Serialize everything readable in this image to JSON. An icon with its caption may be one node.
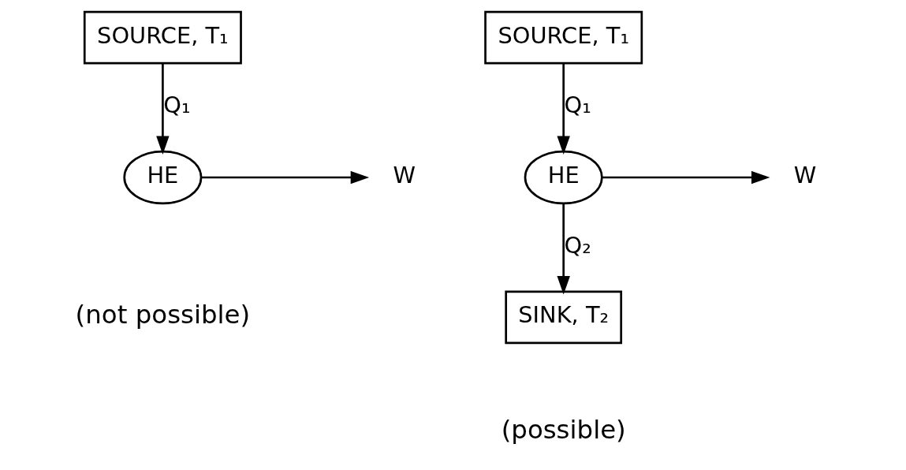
{
  "diagram": {
    "nodes": [
      {
        "text": [
          "SOURCE, T₁"
        ]
      },
      {
        "text": [
          "HE"
        ]
      },
      {
        "text": [
          "W"
        ]
      },
      {
        "text": [
          "SOURCE, T₁"
        ]
      },
      {
        "text": [
          "HE"
        ]
      },
      {
        "text": [
          "W"
        ]
      },
      {
        "text": [
          "SINK, T₂"
        ]
      }
    ],
    "edges": [
      {
        "from": 0,
        "to": 1,
        "arrow": "to",
        "label": "Q₁"
      },
      {
        "from": 1,
        "to": 2,
        "arrow": "to"
      },
      {
        "from": 3,
        "to": 4,
        "arrow": "to",
        "label": "Q₁"
      },
      {
        "from": 4,
        "to": 5,
        "arrow": "to"
      },
      {
        "from": 4,
        "to": 6,
        "arrow": "to",
        "label": "Q₂"
      }
    ],
    "labels": [
      "(not possible)",
      "(possible)"
    ]
  }
}
